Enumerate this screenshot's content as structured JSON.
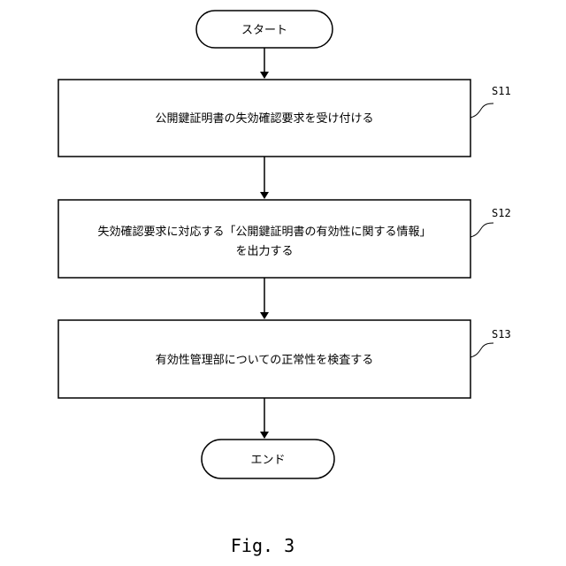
{
  "flowchart": {
    "start": "スタート",
    "steps": [
      {
        "id": "S11",
        "lines": [
          "公開鍵証明書の失効確認要求を受け付ける"
        ]
      },
      {
        "id": "S12",
        "lines": [
          "失効確認要求に対応する「公開鍵証明書の有効性に関する情報」",
          "を出力する"
        ]
      },
      {
        "id": "S13",
        "lines": [
          "有効性管理部についての正常性を検査する"
        ]
      }
    ],
    "end": "エンド"
  },
  "caption": "Fig. 3"
}
